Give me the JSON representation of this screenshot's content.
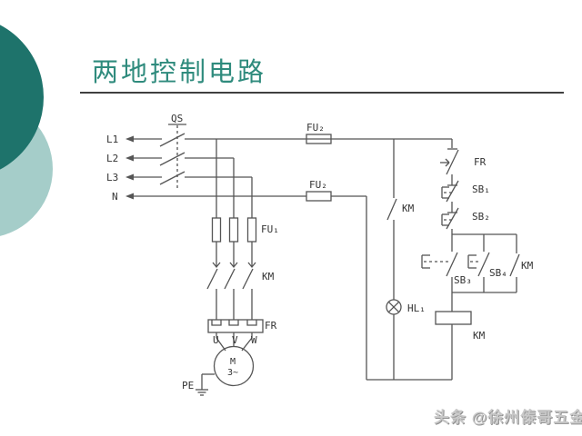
{
  "slide": {
    "title": "两地控制电路",
    "watermark": "头条 @徐州傣哥五金"
  },
  "schematic": {
    "type": "electrical-control-circuit",
    "description": "两地控制电路 - two-location motor start/stop control circuit with contactor self-holding",
    "phase_labels": {
      "l1": "L1",
      "l2": "L2",
      "l3": "L3",
      "n": "N"
    },
    "components": {
      "qs": "QS",
      "fu2_top": "FU₂",
      "fu2_bottom": "FU₂",
      "fu1": "FU₁",
      "km_main": "KM",
      "fr_main": "FR",
      "u": "U",
      "v": "V",
      "w": "W",
      "motor": "M",
      "motor_phases": "3~",
      "pe": "PE",
      "km_lamp": "KM",
      "hl": "HL₁",
      "fr_contact": "FR",
      "sb1": "SB₁",
      "sb2": "SB₂",
      "sb3": "SB₃",
      "sb4": "SB₄",
      "km_aux": "KM",
      "km_coil": "KM"
    }
  },
  "colors": {
    "title": "#2f8b7d",
    "circle_dark": "#1e736b",
    "circle_light": "#a5cdc9",
    "line": "#555555",
    "label": "#333333",
    "watermark": "#c9c9c9"
  }
}
